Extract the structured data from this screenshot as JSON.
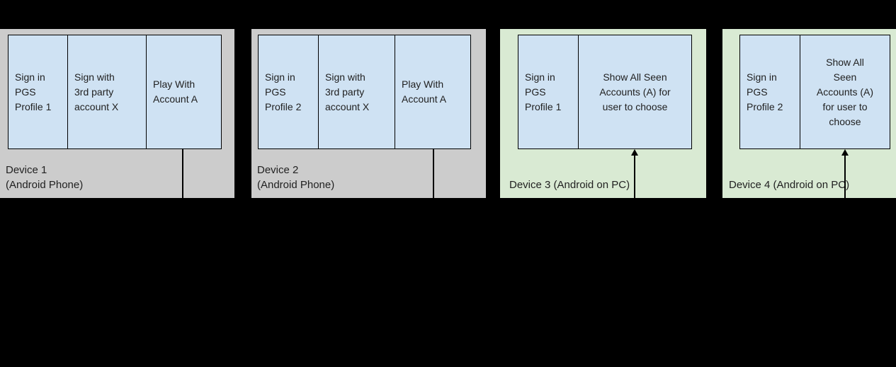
{
  "colors": {
    "page_bg": "#000000",
    "phone_card_bg": "#cccccc",
    "pc_card_bg": "#d9ead3",
    "box_fill": "#cfe2f3",
    "box_border": "#000000",
    "text": "#212121",
    "connector": "#000000"
  },
  "cards": [
    {
      "id": "device-1",
      "type": "phone",
      "label": "Device 1\n(Android Phone)",
      "boxes": [
        {
          "label": "Sign in\nPGS\nProfile 1"
        },
        {
          "label": "Sign with\n3rd party\naccount X"
        },
        {
          "label": "Play With\nAccount A"
        }
      ],
      "connector": "line-down-from-play-with-account-box"
    },
    {
      "id": "device-2",
      "type": "phone",
      "label": "Device 2\n(Android Phone)",
      "boxes": [
        {
          "label": "Sign in\nPGS\nProfile 2"
        },
        {
          "label": "Sign with\n3rd party\naccount X"
        },
        {
          "label": "Play With\nAccount A"
        }
      ],
      "connector": "line-down-from-play-with-account-box"
    },
    {
      "id": "device-3",
      "type": "pc",
      "label": "Device 3 (Android on PC)",
      "boxes": [
        {
          "label": "Sign in\nPGS\nProfile 1"
        },
        {
          "label": "Show All Seen\nAccounts (A) for\nuser to choose"
        }
      ],
      "connector": "arrow-up-into-show-accounts-box"
    },
    {
      "id": "device-4",
      "type": "pc",
      "label": "Device 4 (Android on PC)",
      "boxes": [
        {
          "label": "Sign in\nPGS\nProfile 2"
        },
        {
          "label": "Show All\nSeen\nAccounts (A)\nfor user to\nchoose"
        }
      ],
      "connector": "arrow-up-into-show-accounts-box"
    }
  ]
}
